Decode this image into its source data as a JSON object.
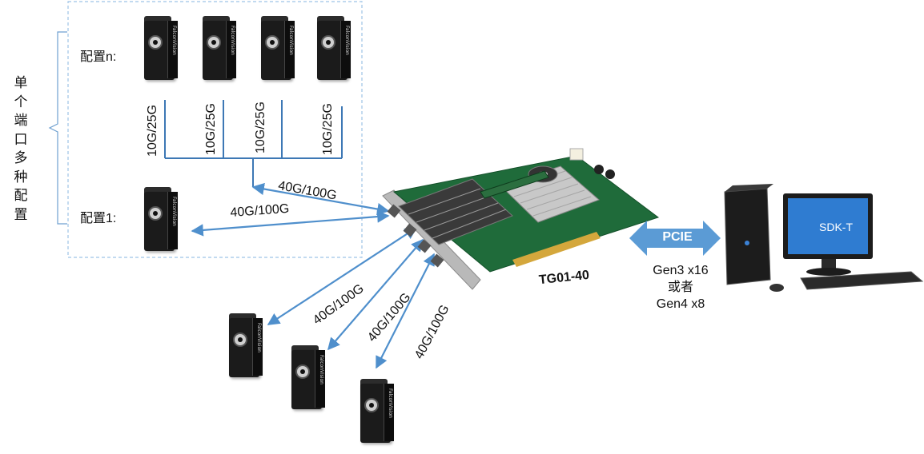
{
  "side_caption": "单个端口多种配置",
  "config_n_label": "配置n:",
  "config_1_label": "配置1:",
  "port_speed_small": "10G/25G",
  "link_speed": "40G/100G",
  "card": {
    "name": "TG01-40",
    "brand": "FalconVision"
  },
  "interface": {
    "bus": "PCIE",
    "option_a": "Gen3 x16",
    "connector": "或者",
    "option_b": "Gen4 x8"
  },
  "host_label": "SDK-T",
  "colors": {
    "arrow": "#4f8fcc",
    "pcie_arrow": "#5b9bd5",
    "dashed_box": "#9dc3e6",
    "bracket": "#6fa0d0",
    "lines": "#3d78b5",
    "pcb": "#1f6b3a"
  }
}
